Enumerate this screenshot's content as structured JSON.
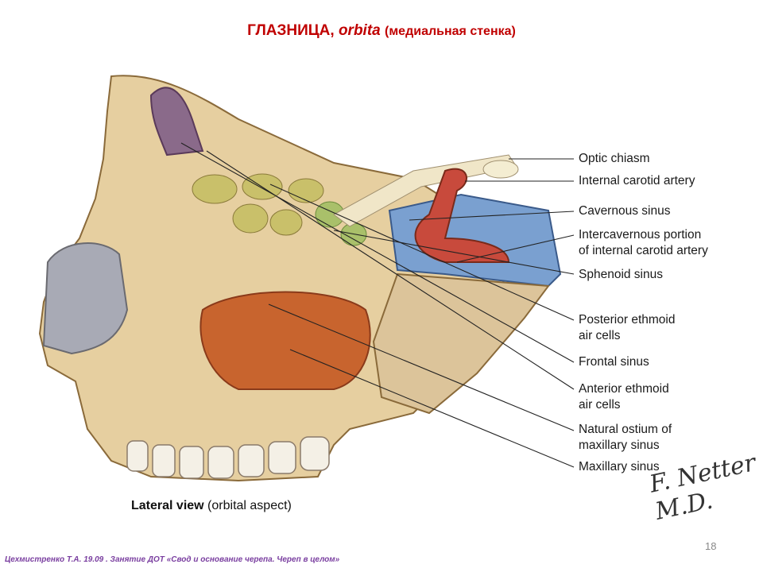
{
  "title": {
    "main": "ГЛАЗНИЦА,",
    "latin": "orbita",
    "sub": "(медиальная стенка)"
  },
  "labels": [
    {
      "id": "optic-chiasm",
      "lines": [
        "Optic chiasm"
      ]
    },
    {
      "id": "internal-carotid-artery",
      "lines": [
        "Internal carotid artery"
      ]
    },
    {
      "id": "cavernous-sinus",
      "lines": [
        "Cavernous sinus"
      ]
    },
    {
      "id": "intercavernous-portion",
      "lines": [
        "Intercavernous portion",
        "of internal carotid artery"
      ]
    },
    {
      "id": "sphenoid-sinus",
      "lines": [
        "Sphenoid sinus"
      ]
    },
    {
      "id": "posterior-ethmoid-air-cells",
      "lines": [
        "Posterior ethmoid",
        "air cells"
      ]
    },
    {
      "id": "frontal-sinus",
      "lines": [
        "Frontal sinus"
      ]
    },
    {
      "id": "anterior-ethmoid-air-cells",
      "lines": [
        "Anterior ethmoid",
        "air cells"
      ]
    },
    {
      "id": "natural-ostium",
      "lines": [
        "Natural ostium of",
        "maxillary sinus"
      ]
    },
    {
      "id": "maxillary-sinus",
      "lines": [
        "Maxillary sinus"
      ]
    }
  ],
  "caption": {
    "bold": "Lateral view",
    "rest": " (orbital aspect)"
  },
  "signature": "F. Netter M.D.",
  "page_number": "18",
  "footer": "Цехмистренко Т.А. 19.09 . Занятие ДОТ «Свод  и основание черепа. Череп в целом»",
  "colors": {
    "title": "#c00000",
    "footer": "#7a3fa0",
    "bone": "#e6cfa0",
    "cavernous": "#7aa0d0",
    "artery": "#c84a3c",
    "maxillary": "#c8642e"
  }
}
